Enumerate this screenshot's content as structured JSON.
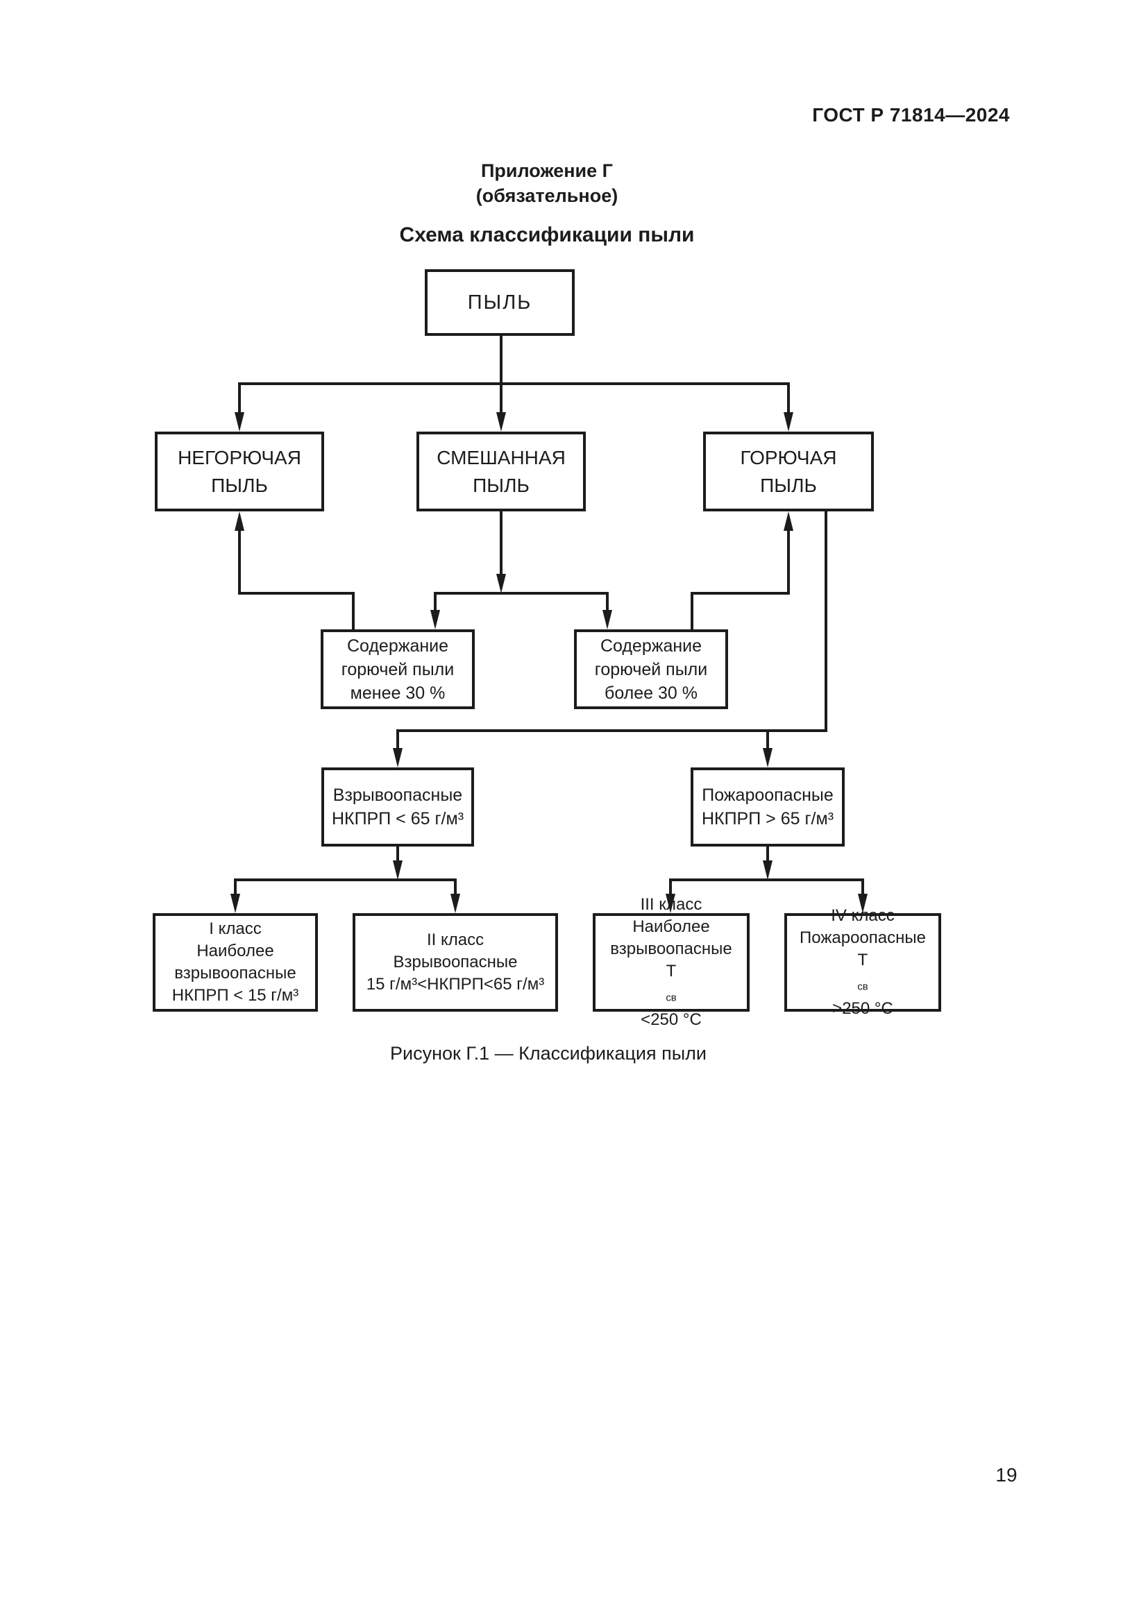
{
  "page": {
    "header": "ГОСТ Р 71814—2024",
    "appendix_title": "Приложение Г",
    "appendix_subtitle": "(обязательное)",
    "scheme_title": "Схема классификации пыли",
    "caption": "Рисунок Г.1 — Классификация пыли",
    "page_number": "19"
  },
  "colors": {
    "ink": "#1c1c1c",
    "paper": "#ffffff"
  },
  "diagram": {
    "boxes": {
      "pyl": {
        "lines": [
          "ПЫЛЬ"
        ]
      },
      "negoryuchaya": {
        "lines": [
          "НЕГОРЮЧАЯ",
          "ПЫЛЬ"
        ]
      },
      "smeshannaya": {
        "lines": [
          "СМЕШАННАЯ",
          "ПЫЛЬ"
        ]
      },
      "goryuchaya": {
        "lines": [
          "ГОРЮЧАЯ",
          "ПЫЛЬ"
        ]
      },
      "content_less": {
        "lines": [
          "Содержание",
          "горючей пыли",
          "менее 30 %"
        ]
      },
      "content_more": {
        "lines": [
          "Содержание",
          "горючей пыли",
          "более 30 %"
        ]
      },
      "explosive": {
        "lines": [
          "Взрывоопасные",
          "НКПРП < 65 г/м³"
        ]
      },
      "fire_hazard": {
        "lines": [
          "Пожароопасные",
          "НКПРП > 65 г/м³"
        ]
      },
      "class1": {
        "lines": [
          "I класс",
          "Наиболее",
          "взрывоопасные",
          "НКПРП < 15 г/м³"
        ]
      },
      "class2": {
        "lines": [
          "II класс",
          "Взрывоопасные",
          "15 г/м³<НКПРП<65 г/м³"
        ]
      },
      "class3": {
        "lines": [
          "III класс",
          "Наиболее",
          "взрывоопасные"
        ],
        "tline": {
          "pre": "Т",
          "sub": "св",
          "post": "<250 °С"
        }
      },
      "class4": {
        "lines": [
          "IV класс",
          "Пожароопасные"
        ],
        "tline": {
          "pre": "Т",
          "sub": "св",
          "post": ">250 °С"
        }
      }
    }
  }
}
